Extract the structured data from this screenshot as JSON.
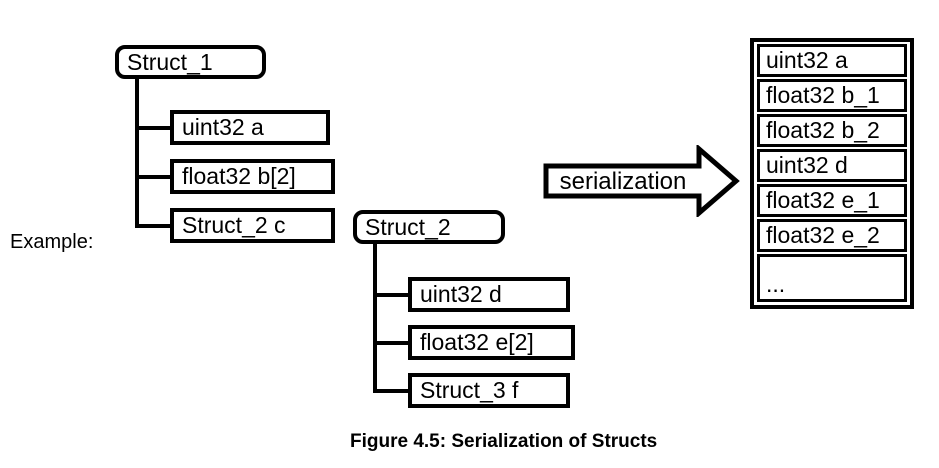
{
  "page": {
    "example_label": "Example:",
    "caption": "Figure 4.5: Serialization of Structs"
  },
  "arrow": {
    "label": "serialization"
  },
  "tree1": {
    "root": "Struct_1",
    "children": [
      "uint32 a",
      "float32 b[2]",
      "Struct_2 c"
    ]
  },
  "tree2": {
    "root": "Struct_2",
    "children": [
      "uint32 d",
      "float32 e[2]",
      "Struct_3 f"
    ]
  },
  "serialized": {
    "rows": [
      "uint32 a",
      "float32 b_1",
      "float32 b_2",
      "uint32 d",
      "float32 e_1",
      "float32 e_2",
      "..."
    ]
  },
  "colors": {
    "ink": "#000000",
    "background": "#ffffff"
  }
}
